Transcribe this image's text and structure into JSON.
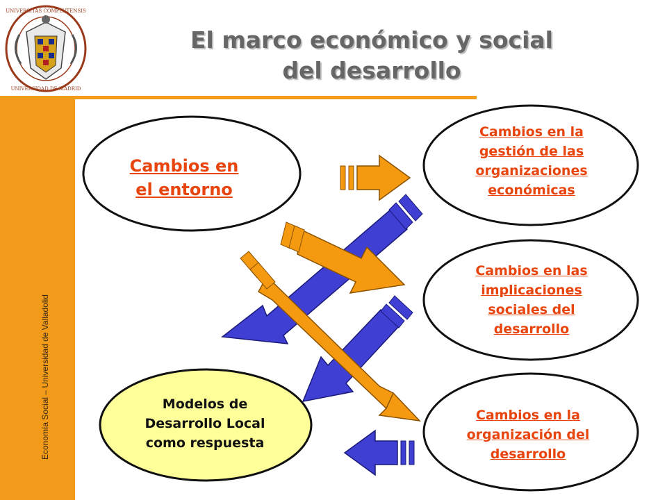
{
  "title": {
    "line1": "El marco económico y social",
    "line2": "del desarrollo"
  },
  "sidebar": {
    "text": "Economía Social – Universidad de Valladolid",
    "color": "#f29b1b"
  },
  "logo": {
    "ring_text_top": "UNIVERSITAS COMPLUTENSIS",
    "ring_text_bottom": "UNIVERSIDAD DE MADRID"
  },
  "nodes": {
    "entorno": {
      "lines": [
        "Cambios en",
        "el entorno"
      ]
    },
    "gestion": {
      "lines": [
        "Cambios en la",
        "gestión de las",
        "organizaciones",
        "económicas"
      ]
    },
    "implicaciones": {
      "lines": [
        "Cambios en las",
        "implicaciones",
        "sociales del",
        "desarrollo"
      ]
    },
    "organizacion": {
      "lines": [
        "Cambios en la",
        "organización del",
        "desarrollo"
      ]
    },
    "modelos": {
      "lines": [
        "Modelos de",
        "Desarrollo Local",
        "como respuesta"
      ]
    }
  },
  "colors": {
    "orange_arrow": "#f59a10",
    "blue_arrow": "#3f3fd4",
    "link_text": "#e8440e",
    "highlight_fill": "#ffff99"
  }
}
